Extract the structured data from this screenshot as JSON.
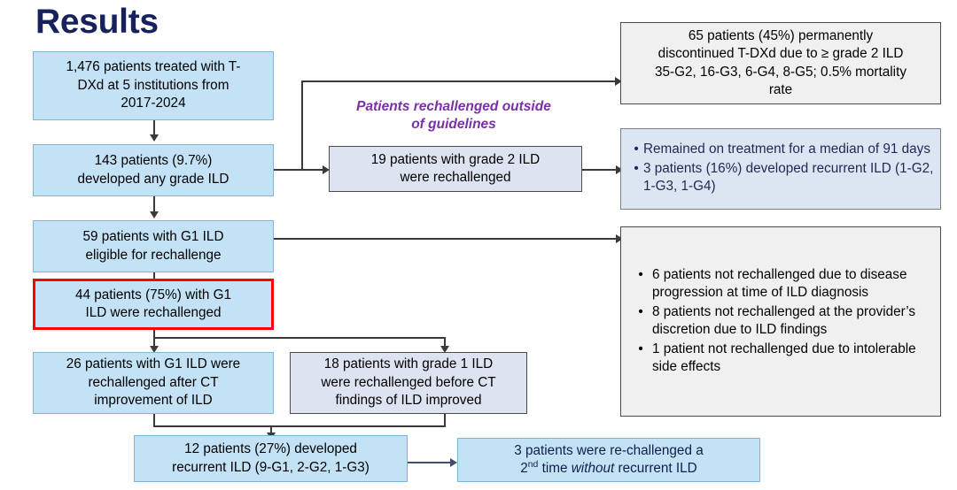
{
  "title": "Results",
  "colors": {
    "title": "#17225c",
    "blue_fill": "#c3e2f5",
    "blue_border": "#7fb6da",
    "lavender_fill": "#dde3f1",
    "grey_fill": "#f0f0f0",
    "bluegrey_fill": "#dce6f3",
    "highlight_border": "#ff0000",
    "annotation": "#7b2fa8",
    "connector": "#3a3a3a"
  },
  "annotation": {
    "line1": "Patients rechallenged outside",
    "line2": "of guidelines"
  },
  "boxes": {
    "cohort": {
      "line1": "1,476 patients treated with T-",
      "line2": "DXd at 5 institutions from",
      "line3": "2017-2024"
    },
    "any_grade_ild": {
      "line1": "143 patients (9.7%)",
      "line2": "developed any grade ILD"
    },
    "eligible_g1": {
      "line1": "59 patients with G1 ILD",
      "line2": "eligible for rechallenge"
    },
    "rechallenged_g1": {
      "line1": "44 patients (75%) with G1",
      "line2": "ILD were rechallenged"
    },
    "after_ct": {
      "line1": "26 patients with G1 ILD were",
      "line2": "rechallenged after CT",
      "line3": "improvement of ILD"
    },
    "before_ct": {
      "line1": "18 patients with grade 1 ILD",
      "line2": "were rechallenged before CT",
      "line3": "findings of ILD improved"
    },
    "grade2_rechallenged": {
      "line1": "19 patients with grade 2 ILD",
      "line2": "were rechallenged"
    },
    "recurrent_ild": {
      "line1": "12 patients (27%) developed",
      "line2": "recurrent ILD (9-G1, 2-G2, 1-G3)"
    },
    "second_rechallenge": {
      "line1": "3 patients were re-challenged a",
      "line2_pre": "2",
      "line2_sup": "nd",
      "line2_mid": " time ",
      "line2_ital": "without",
      "line2_post": " recurrent ILD"
    },
    "discontinued": {
      "line1": "65 patients (45%) permanently",
      "line2": "discontinued T-DXd due to ≥ grade 2 ILD",
      "line3": "35-G2, 16-G3, 6-G4, 8-G5; 0.5% mortality",
      "line4": "rate"
    },
    "grade2_outcomes": {
      "bullets": [
        "Remained on treatment for a median of 91 days",
        "3 patients (16%) developed recurrent ILD (1-G2, 1-G3, 1-G4)"
      ]
    },
    "not_rechallenged": {
      "bullets": [
        "6 patients not rechallenged due to disease progression at time of ILD diagnosis",
        "8 patients not rechallenged at the provider’s discretion due to ILD findings",
        "1 patient not rechallenged due to intolerable side effects"
      ]
    }
  }
}
